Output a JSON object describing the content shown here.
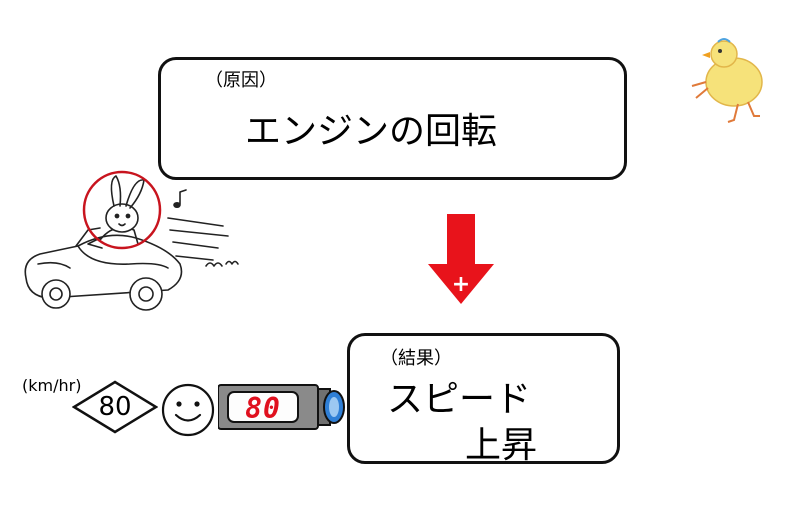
{
  "cause": {
    "tag": "（原因）",
    "text": "エンジンの回転"
  },
  "effect": {
    "tag": "（結果）",
    "text_line1": "スピード",
    "text_line2": "上昇"
  },
  "arrow": {
    "symbol": "+",
    "color": "#e8131b"
  },
  "speed": {
    "unit": "(km/hr)",
    "sign_value": "80",
    "meter_value": "80",
    "meter_color": "#e0101e"
  },
  "icons": [
    "rabbit-driving-car-icon",
    "chick-icon",
    "smiley-face-icon",
    "speedometer-icon"
  ]
}
